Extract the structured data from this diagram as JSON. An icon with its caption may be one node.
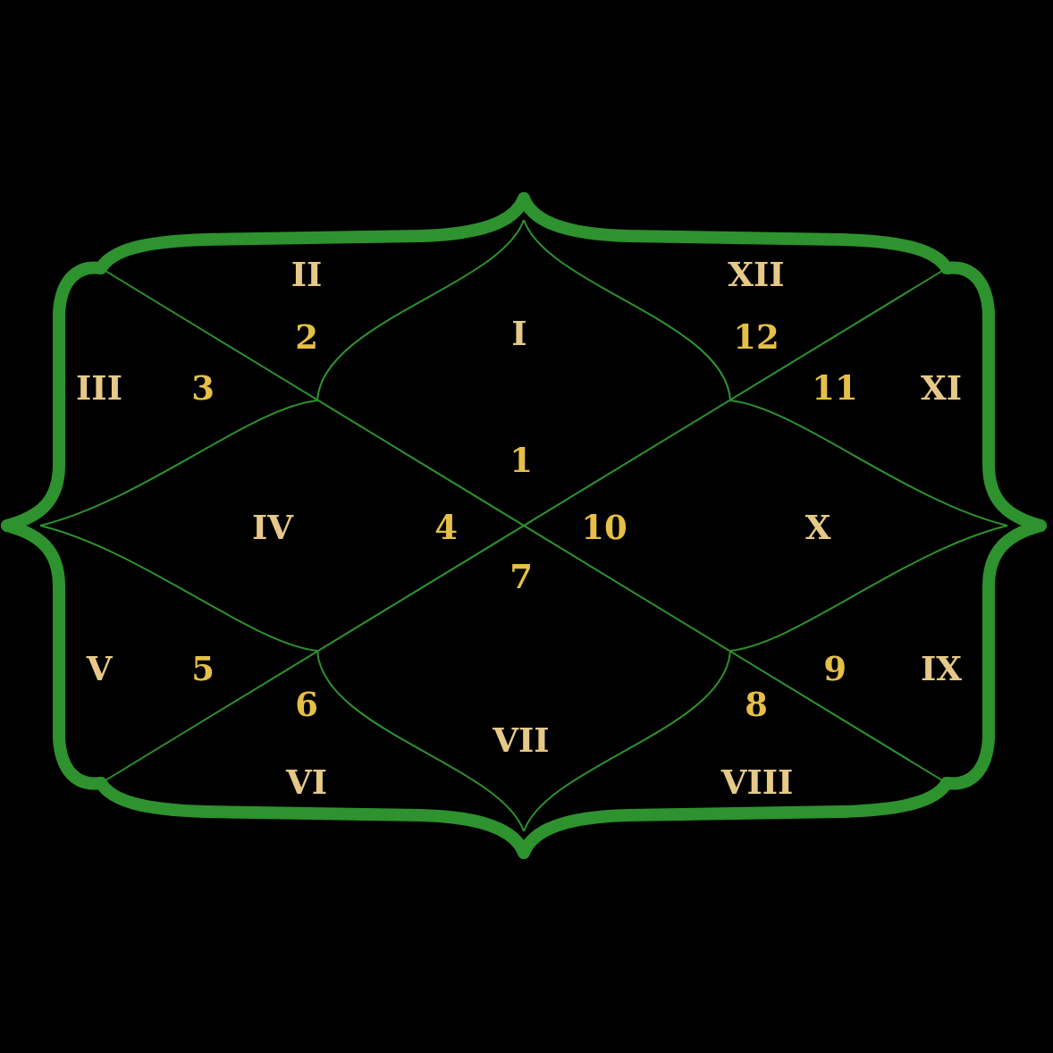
{
  "diagram": {
    "labels": [
      "II",
      "XII",
      "2",
      "I",
      "12",
      "III",
      "3",
      "11",
      "XI",
      "1",
      "IV",
      "4",
      "10",
      "X",
      "7",
      "V",
      "5",
      "9",
      "IX",
      "6",
      "8",
      "VII",
      "VI",
      "VIII"
    ]
  }
}
